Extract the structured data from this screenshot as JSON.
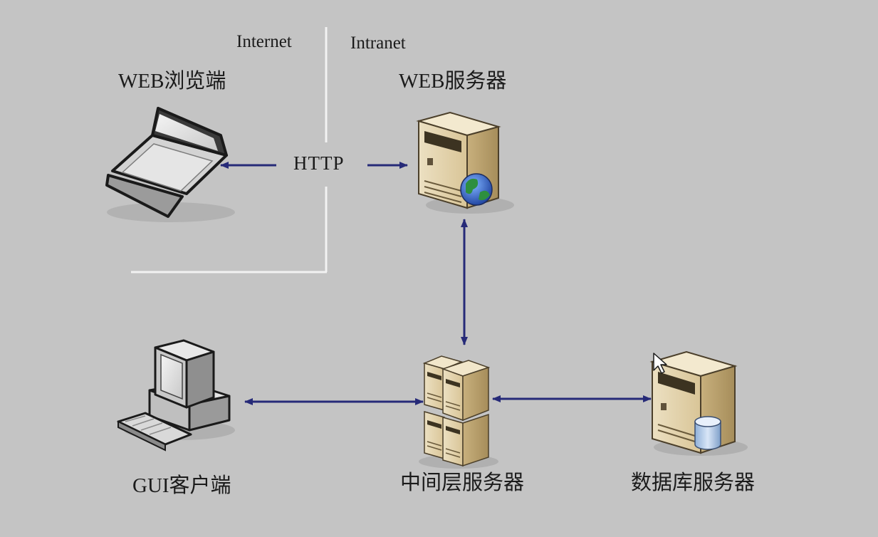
{
  "zones": {
    "internet": "Internet",
    "intranet": "Intranet"
  },
  "protocol": {
    "http": "HTTP"
  },
  "nodes": {
    "web_browser": "WEB浏览端",
    "web_server": "WEB服务器",
    "gui_client": "GUI客户端",
    "middle_tier_server": "中间层服务器",
    "database_server": "数据库服务器"
  },
  "icons": {
    "web_browser": "laptop-icon",
    "web_server": "web-server-icon",
    "gui_client": "desktop-computer-icon",
    "middle_tier_server": "server-cluster-icon",
    "database_server": "database-server-icon"
  },
  "colors": {
    "background": "#c4c4c4",
    "arrow": "#262a78",
    "divider": "#f2f2f2",
    "server_body": "#e3d2ac",
    "server_side": "#b79f6c"
  }
}
